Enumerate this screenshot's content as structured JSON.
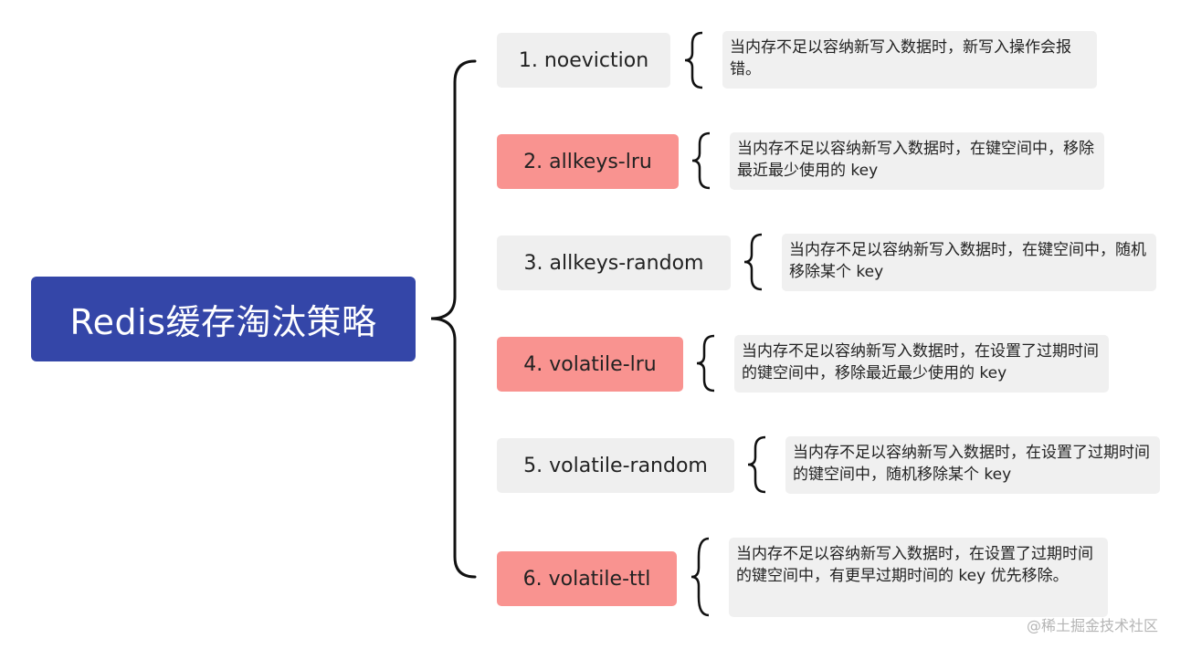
{
  "root": {
    "label": "Redis缓存淘汰策略",
    "color": "#3446a8"
  },
  "strategies": [
    {
      "label": "1. noeviction",
      "highlight": false,
      "description": "当内存不足以容纳新写入数据时，新写入操作会报错。"
    },
    {
      "label": "2. allkeys-lru",
      "highlight": true,
      "description": "当内存不足以容纳新写入数据时，在键空间中，移除最近最少使用的 key"
    },
    {
      "label": "3. allkeys-random",
      "highlight": false,
      "description": "当内存不足以容纳新写入数据时，在键空间中，随机移除某个 key"
    },
    {
      "label": "4. volatile-lru",
      "highlight": true,
      "description": "当内存不足以容纳新写入数据时，在设置了过期时间的键空间中，移除最近最少使用的 key"
    },
    {
      "label": "5. volatile-random",
      "highlight": false,
      "description": "当内存不足以容纳新写入数据时，在设置了过期时间的键空间中，随机移除某个 key"
    },
    {
      "label": "6. volatile-ttl",
      "highlight": true,
      "description": "当内存不足以容纳新写入数据时，在设置了过期时间的键空间中，有更早过期时间的 key 优先移除。"
    }
  ],
  "colors": {
    "highlight": "#f99390",
    "normal": "#efefef",
    "description_bg": "#f0f0f0"
  },
  "watermark": "@稀土掘金技术社区"
}
